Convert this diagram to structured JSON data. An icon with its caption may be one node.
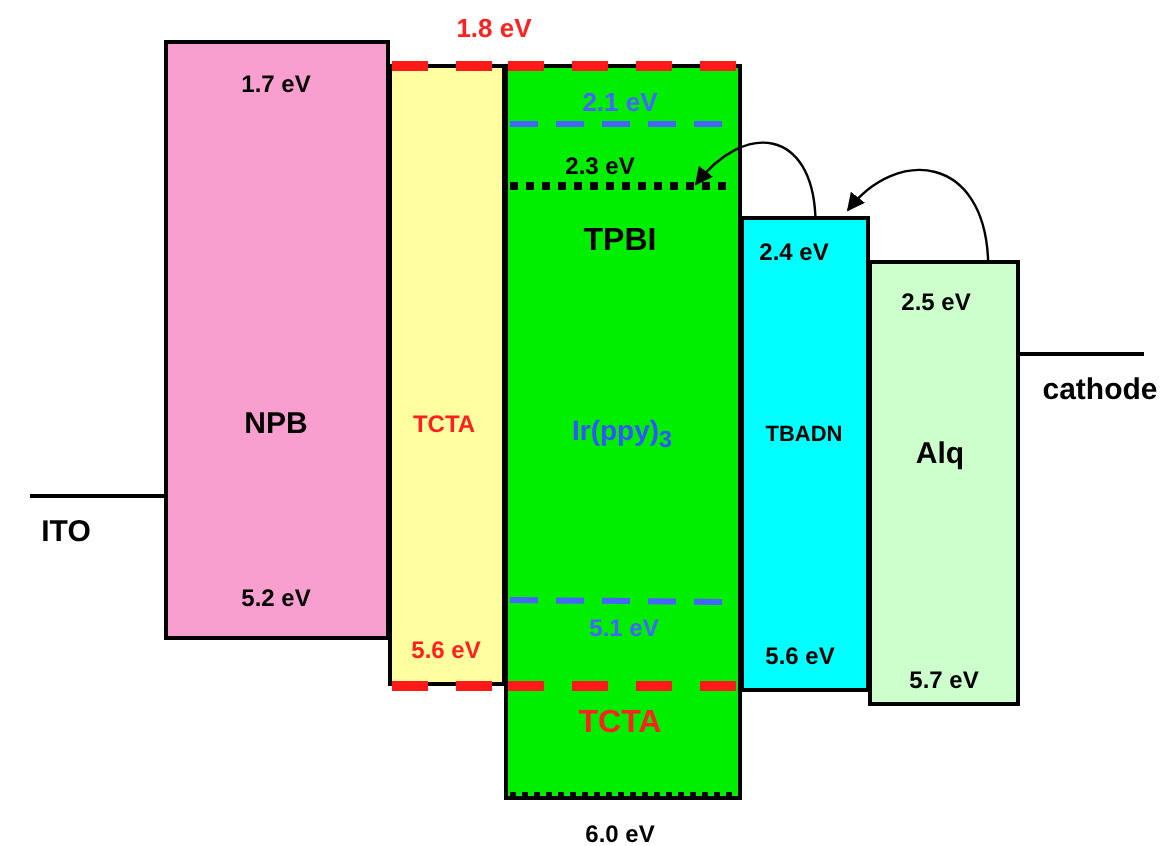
{
  "diagram": {
    "nodes": [
      {
        "text": [
          "1.7 eV",
          "NPB",
          "5.2 eV"
        ],
        "beside": [
          "ITO"
        ]
      },
      {
        "text": [
          "1.8 eV",
          "TCTA",
          "5.6 eV"
        ]
      },
      {
        "text": [
          "2.1 eV",
          "2.3 eV",
          "TPBI",
          "Ir(ppy)$_{3}$",
          "5.1 eV",
          "TCTA",
          "6.0 eV"
        ]
      },
      {
        "text": [
          "2.4 eV",
          "TBADN",
          "5.6 eV"
        ]
      },
      {
        "text": [
          "2.5 eV",
          "Alq",
          "5.7 eV"
        ],
        "beside": [
          "cathode"
        ]
      }
    ],
    "edges": [
      {
        "from": 3,
        "to": 2,
        "arrow": "to"
      },
      {
        "from": 4,
        "to": 3,
        "arrow": "to"
      }
    ]
  }
}
